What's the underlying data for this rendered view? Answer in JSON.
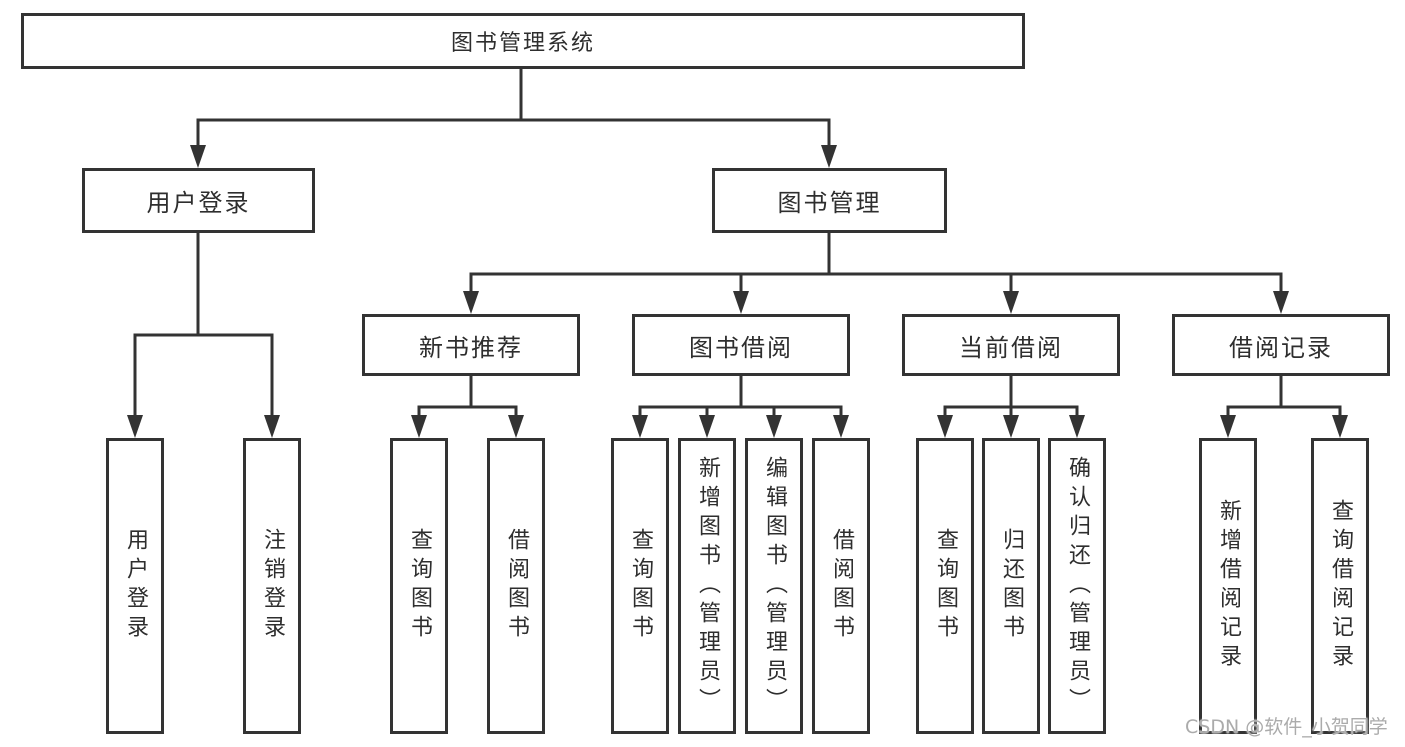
{
  "diagram": {
    "root": {
      "label": "图书管理系统"
    },
    "branches": [
      {
        "label": "用户登录",
        "children": [
          {
            "label": "用户登录"
          },
          {
            "label": "注销登录"
          }
        ]
      },
      {
        "label": "图书管理",
        "children": [
          {
            "label": "新书推荐",
            "children": [
              {
                "label": "查询图书"
              },
              {
                "label": "借阅图书"
              }
            ]
          },
          {
            "label": "图书借阅",
            "children": [
              {
                "label": "查询图书"
              },
              {
                "label": "新增图书（管理员）"
              },
              {
                "label": "编辑图书（管理员）"
              },
              {
                "label": "借阅图书"
              }
            ]
          },
          {
            "label": "当前借阅",
            "children": [
              {
                "label": "查询图书"
              },
              {
                "label": "归还图书"
              },
              {
                "label": "确认归还（管理员）"
              }
            ]
          },
          {
            "label": "借阅记录",
            "children": [
              {
                "label": "新增借阅记录"
              },
              {
                "label": "查询借阅记录"
              }
            ]
          }
        ]
      }
    ]
  },
  "watermark": {
    "text": "CSDN @软件_小贺同学"
  },
  "colors": {
    "line": "#333333",
    "text": "#2e2e2e",
    "watermark": "#ababab",
    "background": "#ffffff"
  }
}
